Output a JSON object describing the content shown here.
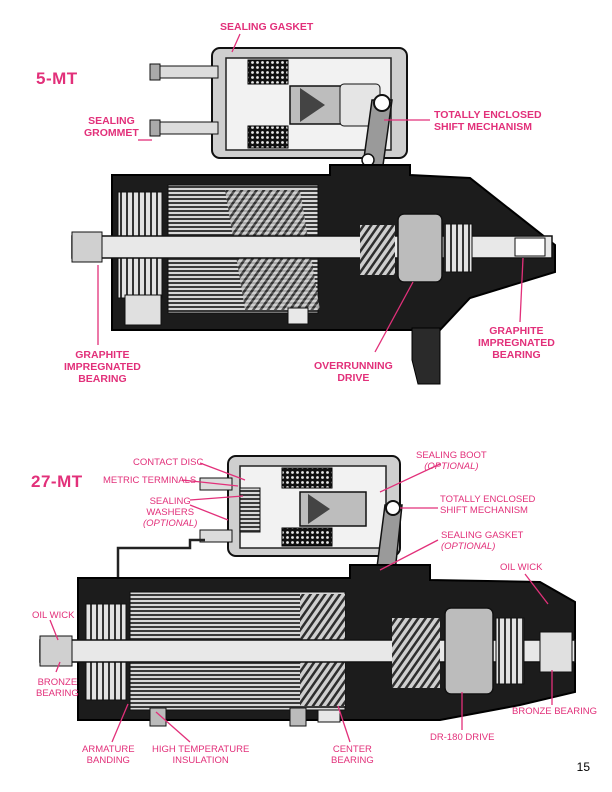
{
  "page_number": "15",
  "colors": {
    "accent": "#e2307a",
    "ink": "#1a1a1a"
  },
  "diagram_top": {
    "model": "5-MT",
    "labels": {
      "sealing_gasket": "SEALING GASKET",
      "sealing_grommet_1": "SEALING",
      "sealing_grommet_2": "GROMMET",
      "shift_1": "TOTALLY ENCLOSED",
      "shift_2": "SHIFT MECHANISM",
      "graphite_left_1": "GRAPHITE",
      "graphite_left_2": "IMPREGNATED",
      "graphite_left_3": "BEARING",
      "overrunning_1": "OVERRUNNING",
      "overrunning_2": "DRIVE",
      "graphite_right_1": "GRAPHITE",
      "graphite_right_2": "IMPREGNATED",
      "graphite_right_3": "BEARING"
    }
  },
  "diagram_bottom": {
    "model": "27-MT",
    "labels": {
      "contact_disc": "CONTACT DISC",
      "metric_terminals": "METRIC TERMINALS",
      "sealing_washers_1": "SEALING",
      "sealing_washers_2": "WASHERS",
      "sealing_washers_3": "(OPTIONAL)",
      "sealing_boot_1": "SEALING BOOT",
      "sealing_boot_2": "(OPTIONAL)",
      "shift_1": "TOTALLY ENCLOSED",
      "shift_2": "SHIFT MECHANISM",
      "sealing_gasket_1": "SEALING GASKET",
      "sealing_gasket_2": "(OPTIONAL)",
      "oil_wick_right": "OIL WICK",
      "oil_wick_left": "OIL WICK",
      "bronze_left_1": "BRONZE",
      "bronze_left_2": "BEARING",
      "bronze_right": "BRONZE BEARING",
      "armature_1": "ARMATURE",
      "armature_2": "BANDING",
      "high_temp_1": "HIGH TEMPERATURE",
      "high_temp_2": "INSULATION",
      "center_1": "CENTER",
      "center_2": "BEARING",
      "dr180": "DR-180 DRIVE"
    }
  }
}
